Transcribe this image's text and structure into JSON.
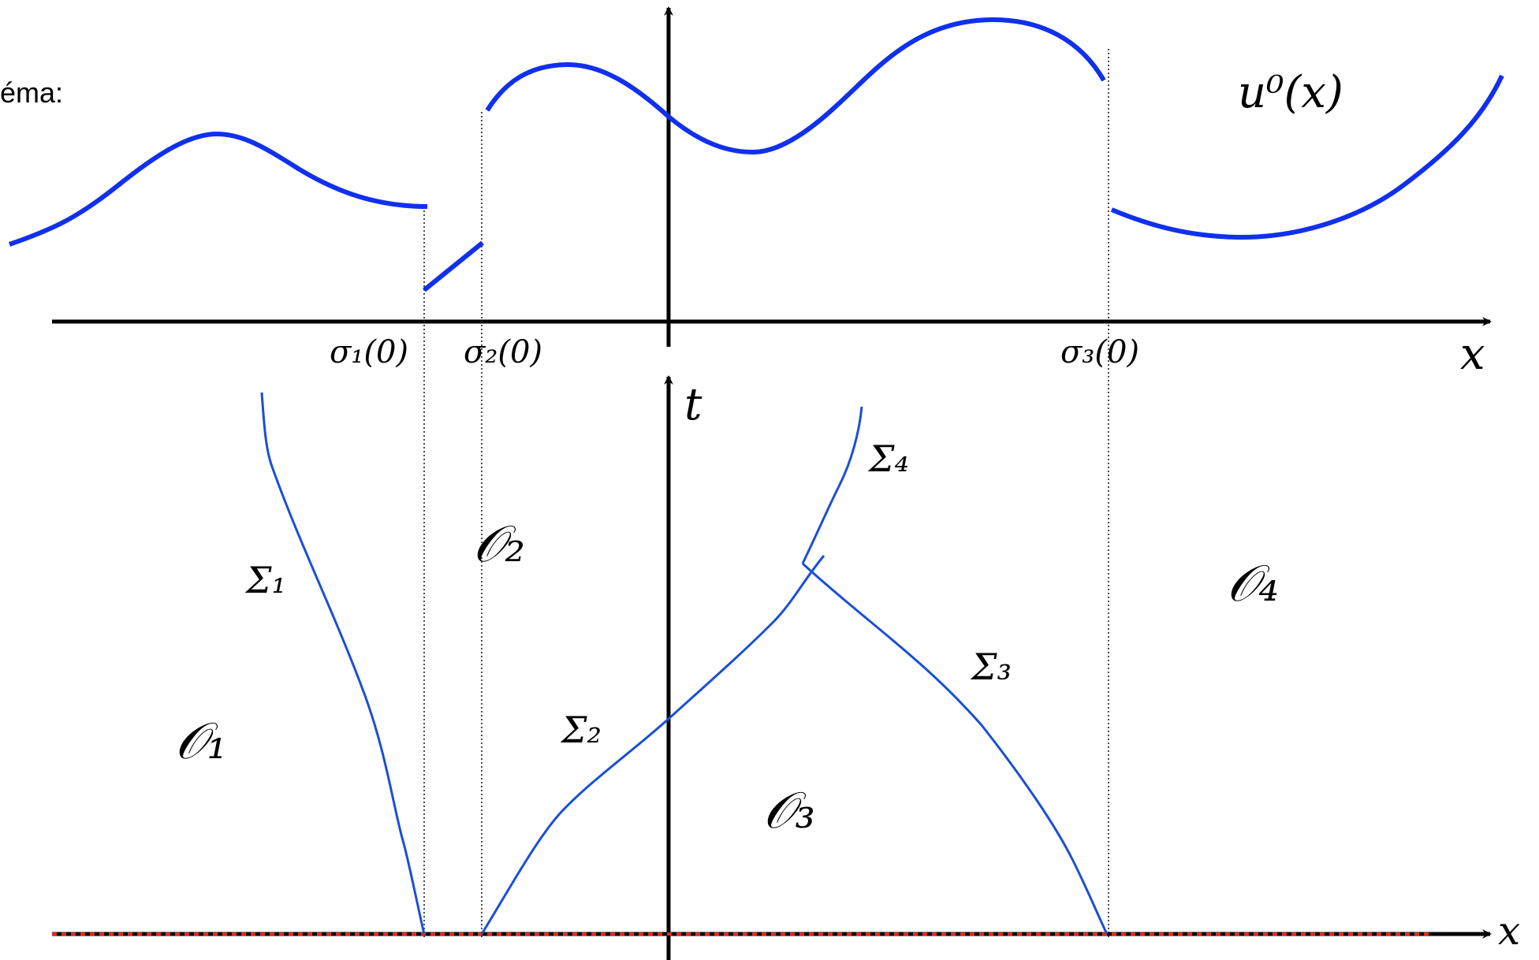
{
  "caption_fragment": "éma:",
  "top_panel": {
    "function_label": "u⁰(x)",
    "x_axis_label": "x",
    "discontinuity_labels": [
      "σ₁(0)",
      "σ₂(0)",
      "σ₃(0)"
    ]
  },
  "bottom_panel": {
    "t_axis_label": "t",
    "x_axis_label": "x",
    "region_labels": [
      "𝒪₁",
      "𝒪₂",
      "𝒪₃",
      "𝒪₄"
    ],
    "curve_labels": [
      "Σ₁",
      "Σ₂",
      "Σ₃",
      "Σ₄"
    ]
  },
  "colors": {
    "function": "#1030ee",
    "curves": "#1a4fd6",
    "axes": "#000000",
    "base_line": "#e52b1a"
  }
}
